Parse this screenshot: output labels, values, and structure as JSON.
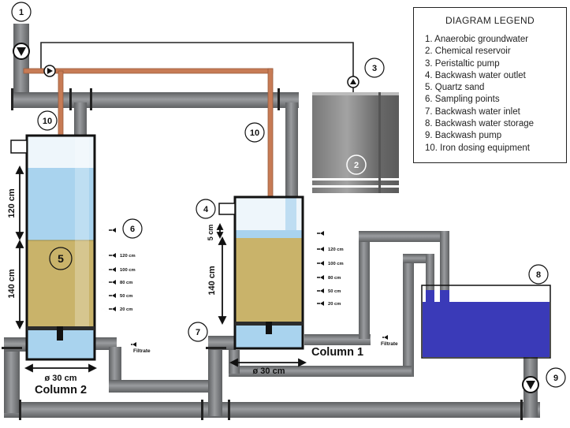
{
  "legend": {
    "title": "DIAGRAM LEGEND",
    "items": [
      "1. Anaerobic groundwater",
      "2. Chemical reservoir",
      "3. Peristaltic pump",
      "4. Backwash water outlet",
      "5. Quartz sand",
      "6. Sampling points",
      "7. Backwash water inlet",
      "8. Backwash water storage",
      "9. Backwash pump",
      "10. Iron dosing equipment"
    ]
  },
  "markers": [
    "1",
    "2",
    "3",
    "4",
    "5",
    "6",
    "7",
    "8",
    "9",
    "10",
    "10"
  ],
  "column1": {
    "name": "Column 1",
    "diameter": "ø 30 cm",
    "dim_top": "5 cm",
    "dim_bed": "140 cm",
    "sampling_labels": [
      "120 cm",
      "100 cm",
      "80 cm",
      "50 cm",
      "20 cm"
    ],
    "filtrate": "Filtrate"
  },
  "column2": {
    "name": "Column 2",
    "diameter": "ø 30 cm",
    "dim_top": "120 cm",
    "dim_bed": "140 cm",
    "sampling_labels": [
      "120 cm",
      "100 cm",
      "80 cm",
      "50 cm",
      "20 cm"
    ],
    "filtrate": "Filtrate"
  },
  "colors": {
    "pipe": "#7d7f82",
    "pipe_dark": "#505254",
    "copper": "#c77b55",
    "sand": "#c9b36a",
    "water": "#a9d3ee",
    "storage_water": "#3a3ab8",
    "reservoir": "#8c8c8c"
  }
}
